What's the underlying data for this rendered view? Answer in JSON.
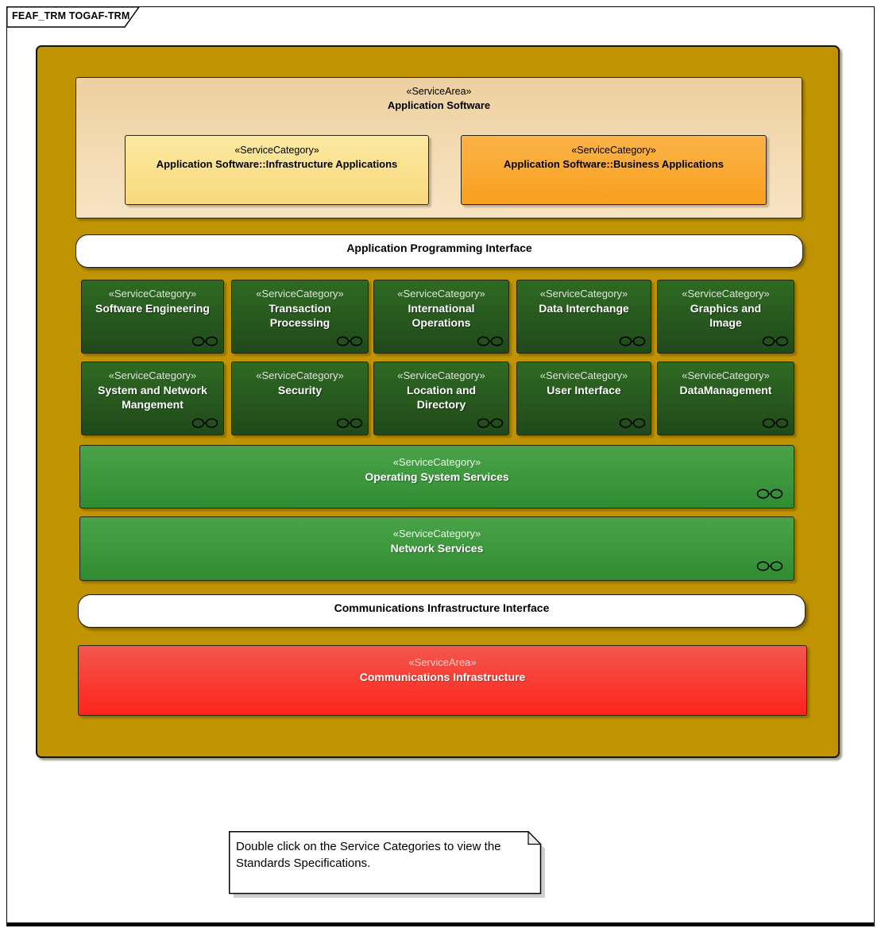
{
  "frame": {
    "title": "FEAF_TRM TOGAF-TRM"
  },
  "application_software": {
    "stereotype": "«ServiceArea»",
    "name": "Application Software",
    "infrastructure_apps": {
      "stereotype": "«ServiceCategory»",
      "name": "Application Software::Infrastructure Applications"
    },
    "business_apps": {
      "stereotype": "«ServiceCategory»",
      "name": "Application Software::Business Applications"
    }
  },
  "api_bar": {
    "label": "Application Programming Interface"
  },
  "categories": [
    {
      "stereotype": "«ServiceCategory»",
      "name": "Software Engineering"
    },
    {
      "stereotype": "«ServiceCategory»",
      "name": "Transaction\nProcessing"
    },
    {
      "stereotype": "«ServiceCategory»",
      "name": "International\nOperations"
    },
    {
      "stereotype": "«ServiceCategory»",
      "name": "Data Interchange"
    },
    {
      "stereotype": "«ServiceCategory»",
      "name": "Graphics and\nImage"
    },
    {
      "stereotype": "«ServiceCategory»",
      "name": "System and Network\nMangement"
    },
    {
      "stereotype": "«ServiceCategory»",
      "name": "Security"
    },
    {
      "stereotype": "«ServiceCategory»",
      "name": "Location and\nDirectory"
    },
    {
      "stereotype": "«ServiceCategory»",
      "name": "User Interface"
    },
    {
      "stereotype": "«ServiceCategory»",
      "name": "DataManagement"
    }
  ],
  "os_services": {
    "stereotype": "«ServiceCategory»",
    "name": "Operating System Services"
  },
  "network_services": {
    "stereotype": "«ServiceCategory»",
    "name": "Network Services"
  },
  "cii_bar": {
    "label": "Communications Infrastructure Interface"
  },
  "comm_infra": {
    "stereotype": "«ServiceArea»",
    "name": "Communications Infrastructure"
  },
  "note": {
    "text": "Double click on the Service Categories to view the Standards Specifications."
  },
  "icons": {
    "composite": "linked-circles composite-diagram indicator",
    "note_fold": "folded-corner"
  },
  "colors": {
    "gold_background": "#bf9302",
    "service_area_tan_top": "#edd0a0",
    "service_area_tan_bottom": "#f8e4c4",
    "infrastructure_yellow": "#f9df8d",
    "business_orange": "#f9a929",
    "category_dark_green_top": "#2f6a23",
    "category_dark_green_bottom": "#20491a",
    "wide_green_top": "#4ba348",
    "wide_green_bottom": "#2f8c33",
    "comm_infra_red_top": "#f2574e",
    "comm_infra_red_bottom": "#fd241b",
    "interface_bar_white": "#ffffff",
    "text_white": "#ffffff",
    "text_black": "#000000"
  }
}
